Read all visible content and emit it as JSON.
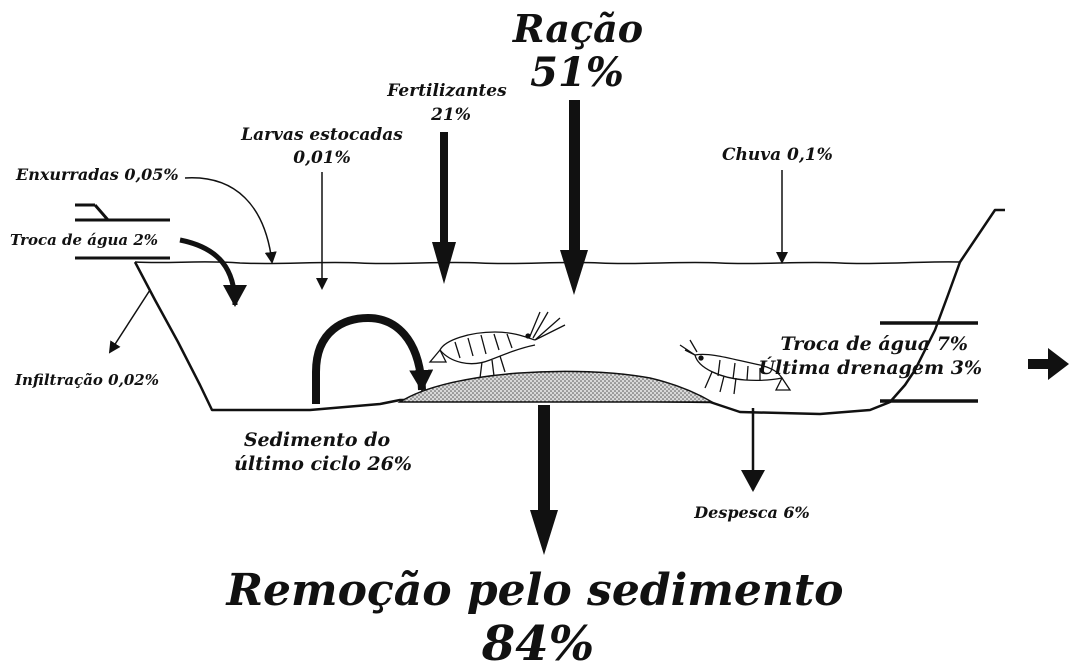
{
  "labels": {
    "racao": "Ração",
    "racao_pct": "51%",
    "fertilizantes": "Fertilizantes",
    "fertilizantes_pct": "21%",
    "larvas": "Larvas estocadas",
    "larvas_pct": "0,01%",
    "chuva": "Chuva 0,1%",
    "enxurradas": "Enxurradas 0,05%",
    "troca_entrada": "Troca de água  2%",
    "infiltracao": "Infiltração 0,02%",
    "troca_saida": "Troca de água  7%",
    "ultima_drenagem": "Última drenagem 3%",
    "sedimento_line1": "Sedimento do",
    "sedimento_line2": "último ciclo 26%",
    "despesca": "Despesca 6%",
    "remocao": "Remoção pelo sedimento",
    "remocao_pct": "84%"
  },
  "colors": {
    "ink": "#111111",
    "sediment": "#bfbfbf",
    "background": "#ffffff"
  }
}
